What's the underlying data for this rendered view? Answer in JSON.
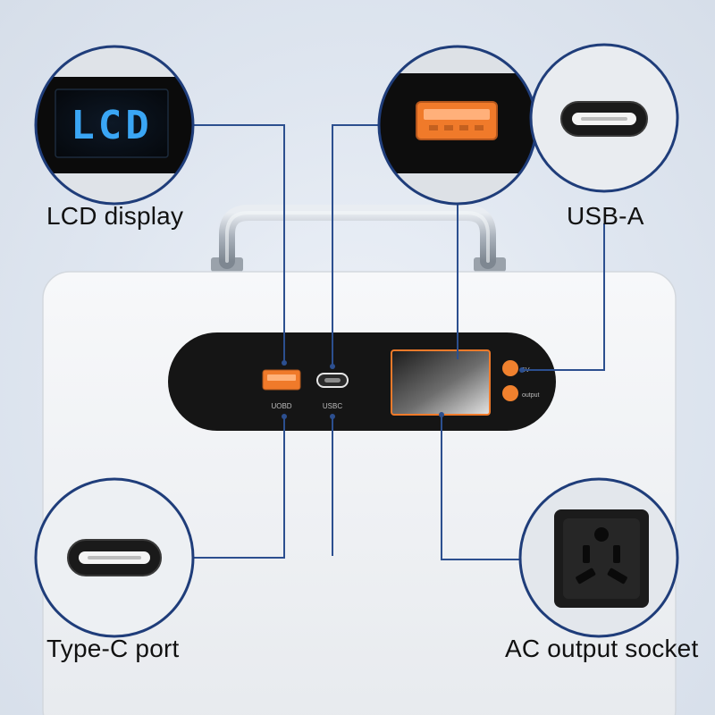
{
  "callouts": {
    "lcd": {
      "label": "LCD display",
      "screen_text": "LCD"
    },
    "usb_a": {
      "label": "USB-A"
    },
    "type_c": {
      "label": "Type-C port"
    },
    "ac": {
      "label": "AC output socket"
    }
  },
  "panel": {
    "port_label_left": "UOBD",
    "port_label_right": "USBC",
    "button_label_top": "5V",
    "button_label_bottom": "output"
  },
  "colors": {
    "leader_line": "#2c4f8f",
    "circle_border": "#1f3d7a",
    "usb_orange": "#f07a2a",
    "button_orange": "#f0812e",
    "lcd_blue": "#3aa6f5",
    "panel_black": "#151515"
  },
  "icons": [
    "lcd-screen-icon",
    "usb-a-port-icon",
    "usb-c-port-icon",
    "ac-socket-icon",
    "carry-handle-icon"
  ]
}
